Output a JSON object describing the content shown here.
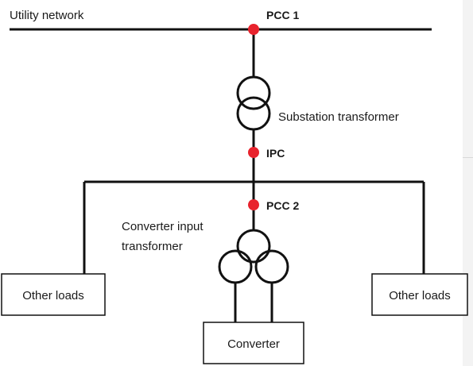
{
  "labels": {
    "utility_network": "Utility network",
    "pcc1": "PCC 1",
    "substation_transformer": "Substation transformer",
    "ipc": "IPC",
    "pcc2": "PCC 2",
    "converter_transformer_line1": "Converter input",
    "converter_transformer_line2": "transformer",
    "other_loads_left": "Other loads",
    "other_loads_right": "Other loads",
    "converter": "Converter"
  },
  "colors": {
    "point_marker": "#e8232d",
    "line": "#111111"
  }
}
